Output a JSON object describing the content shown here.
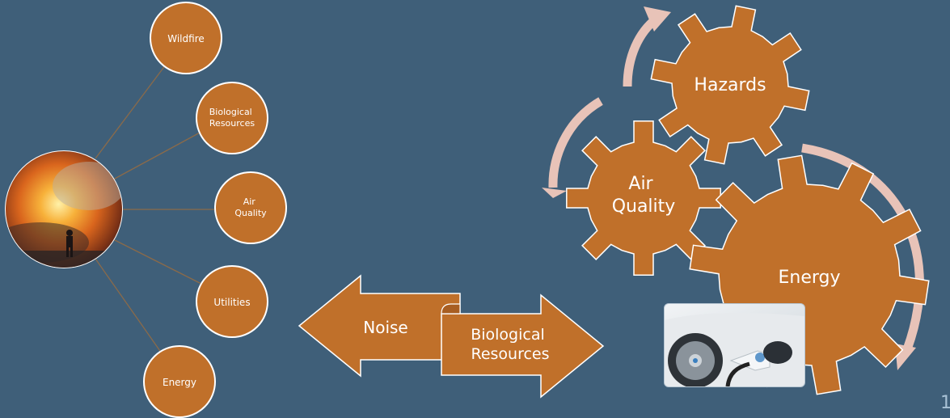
{
  "hub": {
    "image": "wildfire-firefighter-photo",
    "spokes": [
      {
        "label_lines": [
          "Wildfire"
        ]
      },
      {
        "label_lines": [
          "Biological",
          "Resources"
        ]
      },
      {
        "label_lines": [
          "Air",
          "Quality"
        ]
      },
      {
        "label_lines": [
          "Utilities"
        ]
      },
      {
        "label_lines": [
          "Energy"
        ]
      }
    ]
  },
  "gears": [
    {
      "label_lines": [
        "Hazards"
      ]
    },
    {
      "label_lines": [
        "Air",
        "Quality"
      ]
    },
    {
      "label_lines": [
        "Energy"
      ]
    }
  ],
  "arrows": {
    "left_label": "Noise",
    "right_label_lines": [
      "Biological",
      "Resources"
    ]
  },
  "photo": {
    "icon": "ev-charging-photo"
  },
  "page_number": "1",
  "colors": {
    "background": "#3f5f79",
    "node_fill": "#c0702a",
    "node_border": "#ffffff",
    "cycle_arrow": "#e8c3b8",
    "connector": "#8a6a4a"
  }
}
